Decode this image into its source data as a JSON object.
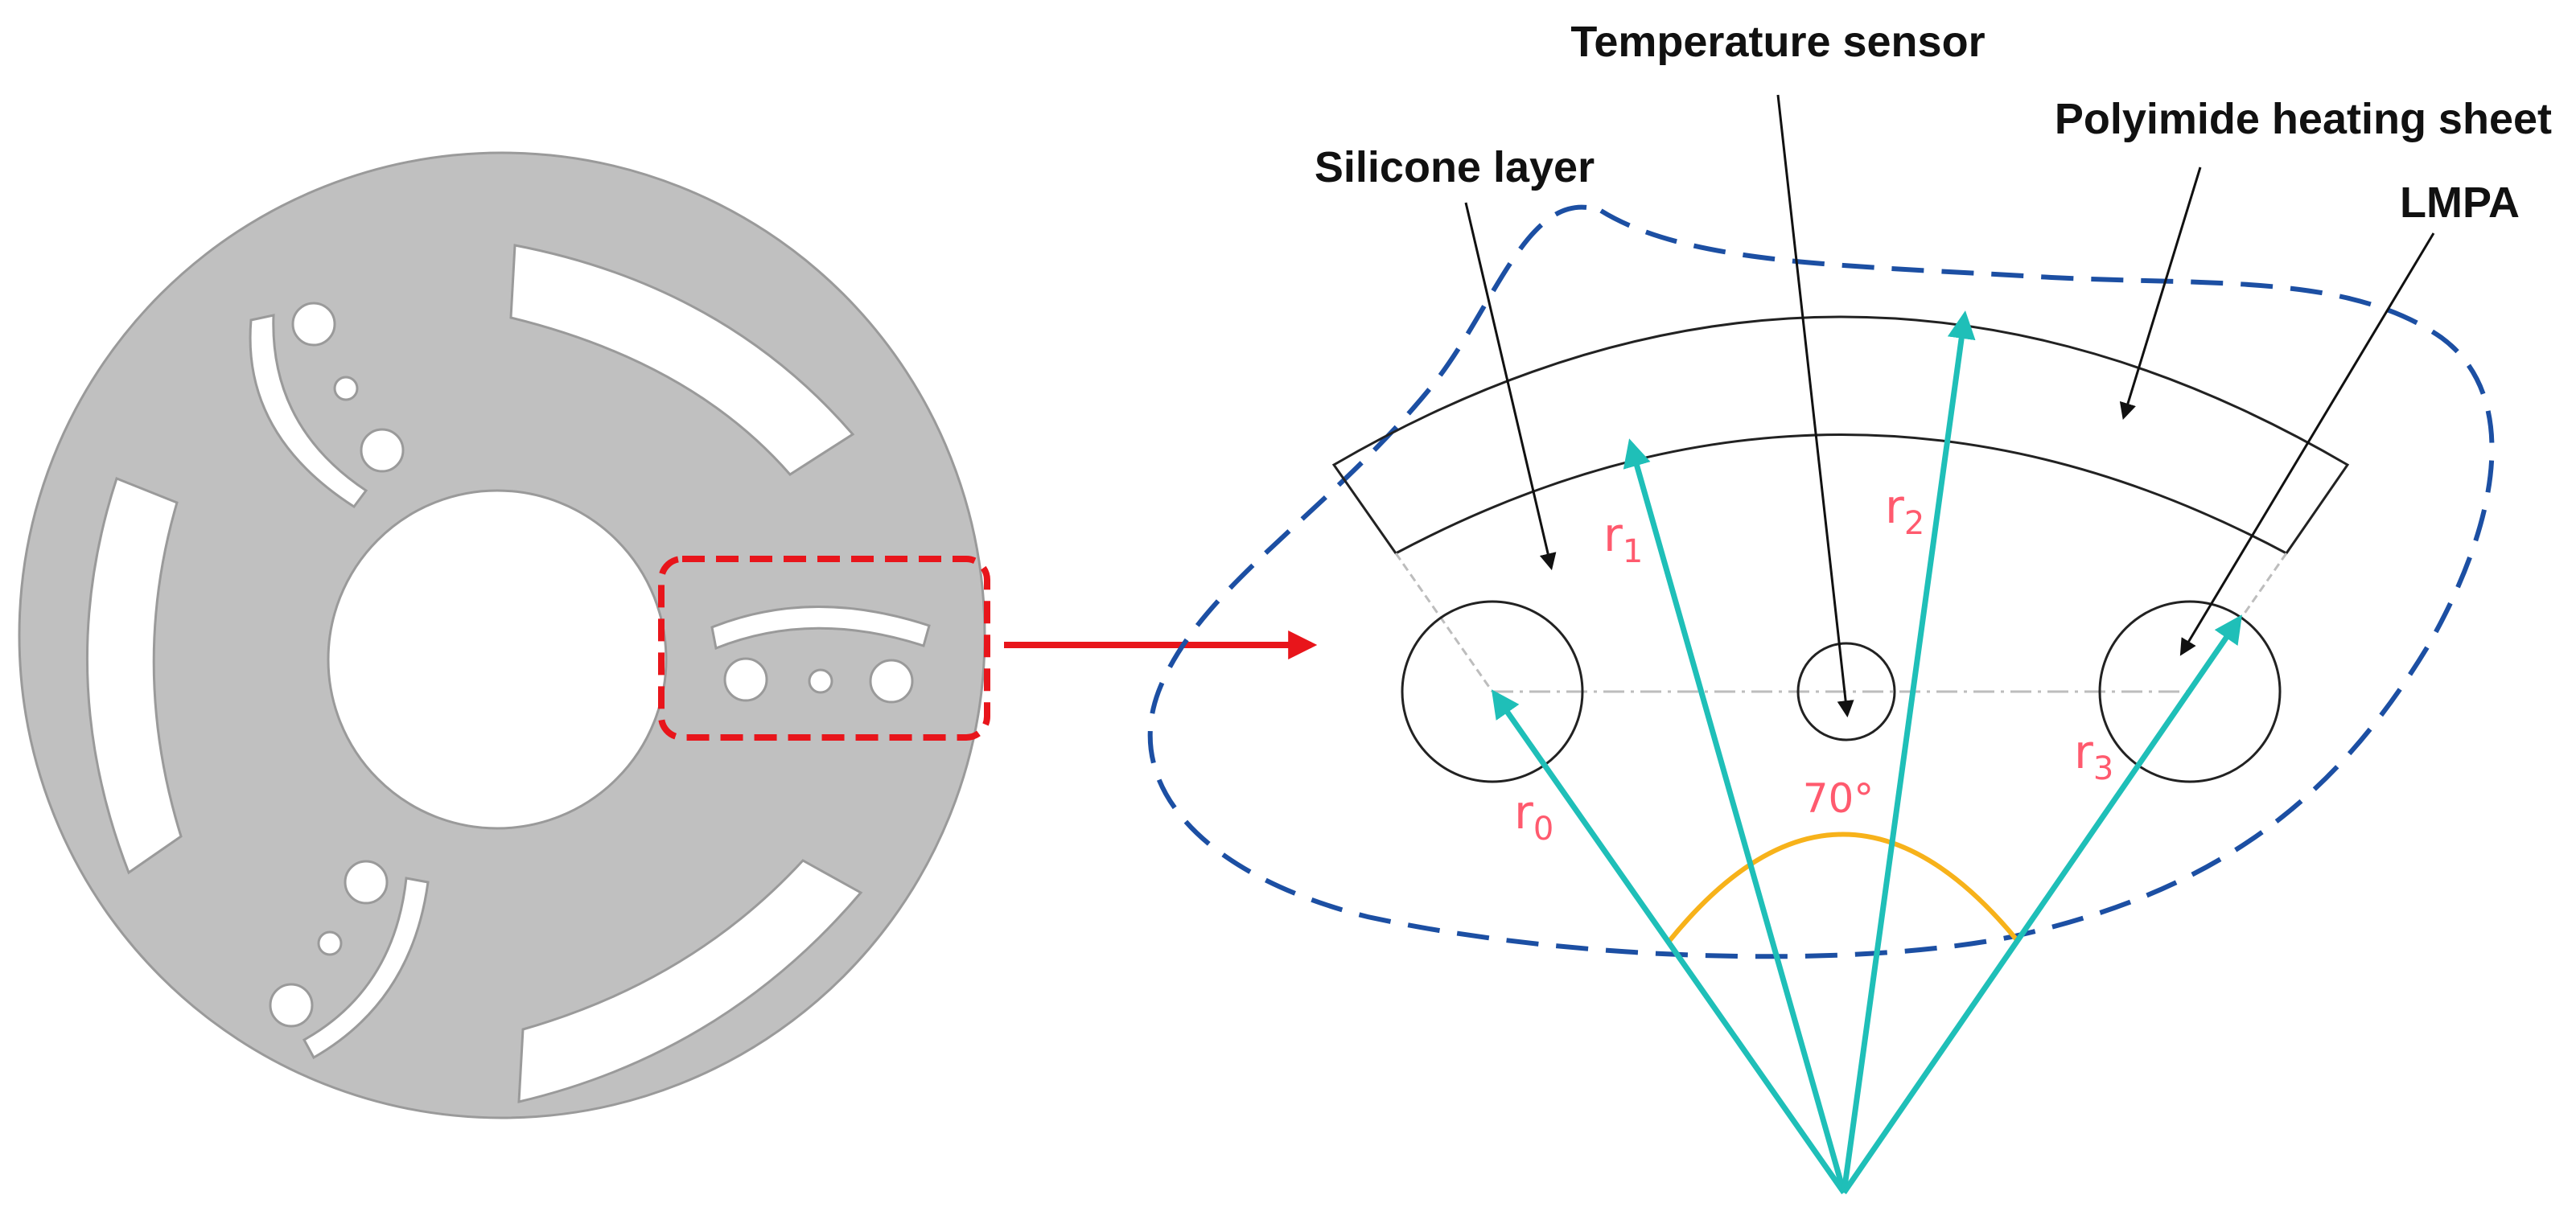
{
  "labels": {
    "temperature_sensor": "Temperature sensor",
    "polyimide_heating_sheet": "Polyimide heating sheet",
    "silicone_layer": "Silicone layer",
    "lmpa": "LMPA",
    "angle": "70°"
  },
  "radius_labels": [
    {
      "letter": "r",
      "sub": "0"
    },
    {
      "letter": "r",
      "sub": "1"
    },
    {
      "letter": "r",
      "sub": "2"
    },
    {
      "letter": "r",
      "sub": "3"
    }
  ],
  "colors": {
    "disk_fill": "#c0c0c0",
    "disk_stroke": "#9a9a9a",
    "highlight_box": "#e8151b",
    "callout_outline": "#1c4fa3",
    "radius_arrows": "#1fbfb8",
    "angle_arc": "#f7b21a",
    "radius_text": "#ff5a6e",
    "pointer_arrows": "#111111"
  }
}
